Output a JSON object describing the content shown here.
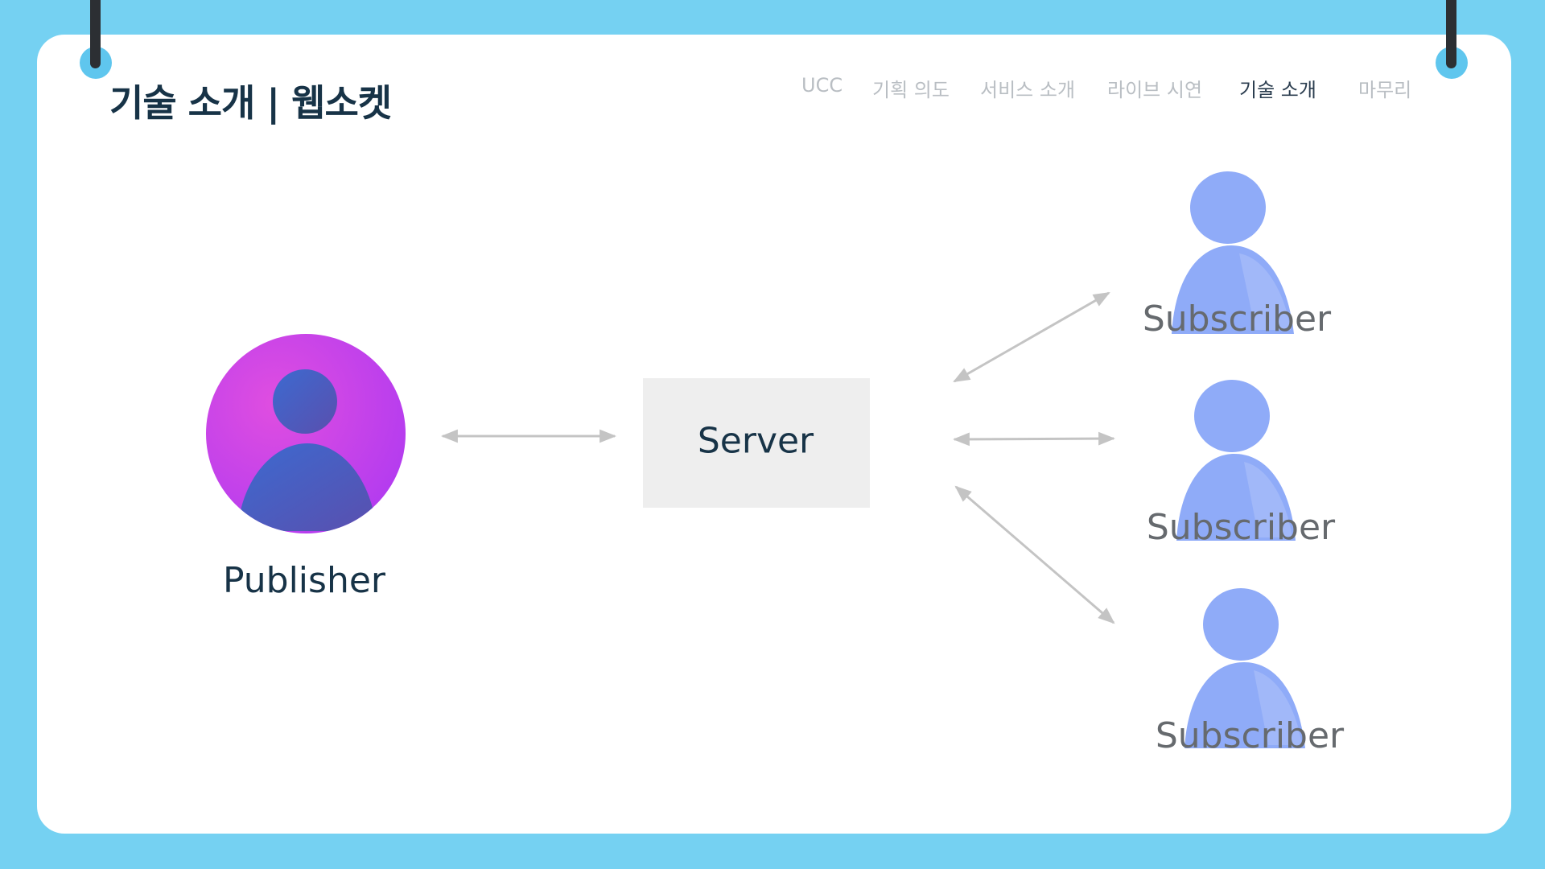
{
  "header": {
    "title": "기술 소개 | 웹소켓"
  },
  "nav": {
    "items": [
      {
        "label": "UCC",
        "active": false
      },
      {
        "label": "기획 의도",
        "active": false
      },
      {
        "label": "서비스 소개",
        "active": false
      },
      {
        "label": "라이브 시연",
        "active": false
      },
      {
        "label": "기술 소개",
        "active": true
      },
      {
        "label": "마무리",
        "active": false
      }
    ]
  },
  "diagram": {
    "publisher": {
      "label": "Publisher",
      "icon": "user-avatar-icon"
    },
    "server": {
      "label": "Server"
    },
    "subscribers": [
      {
        "label": "Subscriber",
        "icon": "user-icon"
      },
      {
        "label": "Subscriber",
        "icon": "user-icon"
      },
      {
        "label": "Subscriber",
        "icon": "user-icon"
      }
    ]
  },
  "colors": {
    "background": "#75d1f2",
    "card": "#ffffff",
    "title": "#173347",
    "nav_inactive": "#b9bec3",
    "nav_active": "#2b3d4f",
    "publisher_gradient_start": "#e04ee0",
    "publisher_gradient_end": "#b23bf0",
    "publisher_figure": "#3f66c4",
    "subscriber_figure": "#8fabf8",
    "server_box": "#eeeeee",
    "arrow": "#c4c4c4"
  }
}
